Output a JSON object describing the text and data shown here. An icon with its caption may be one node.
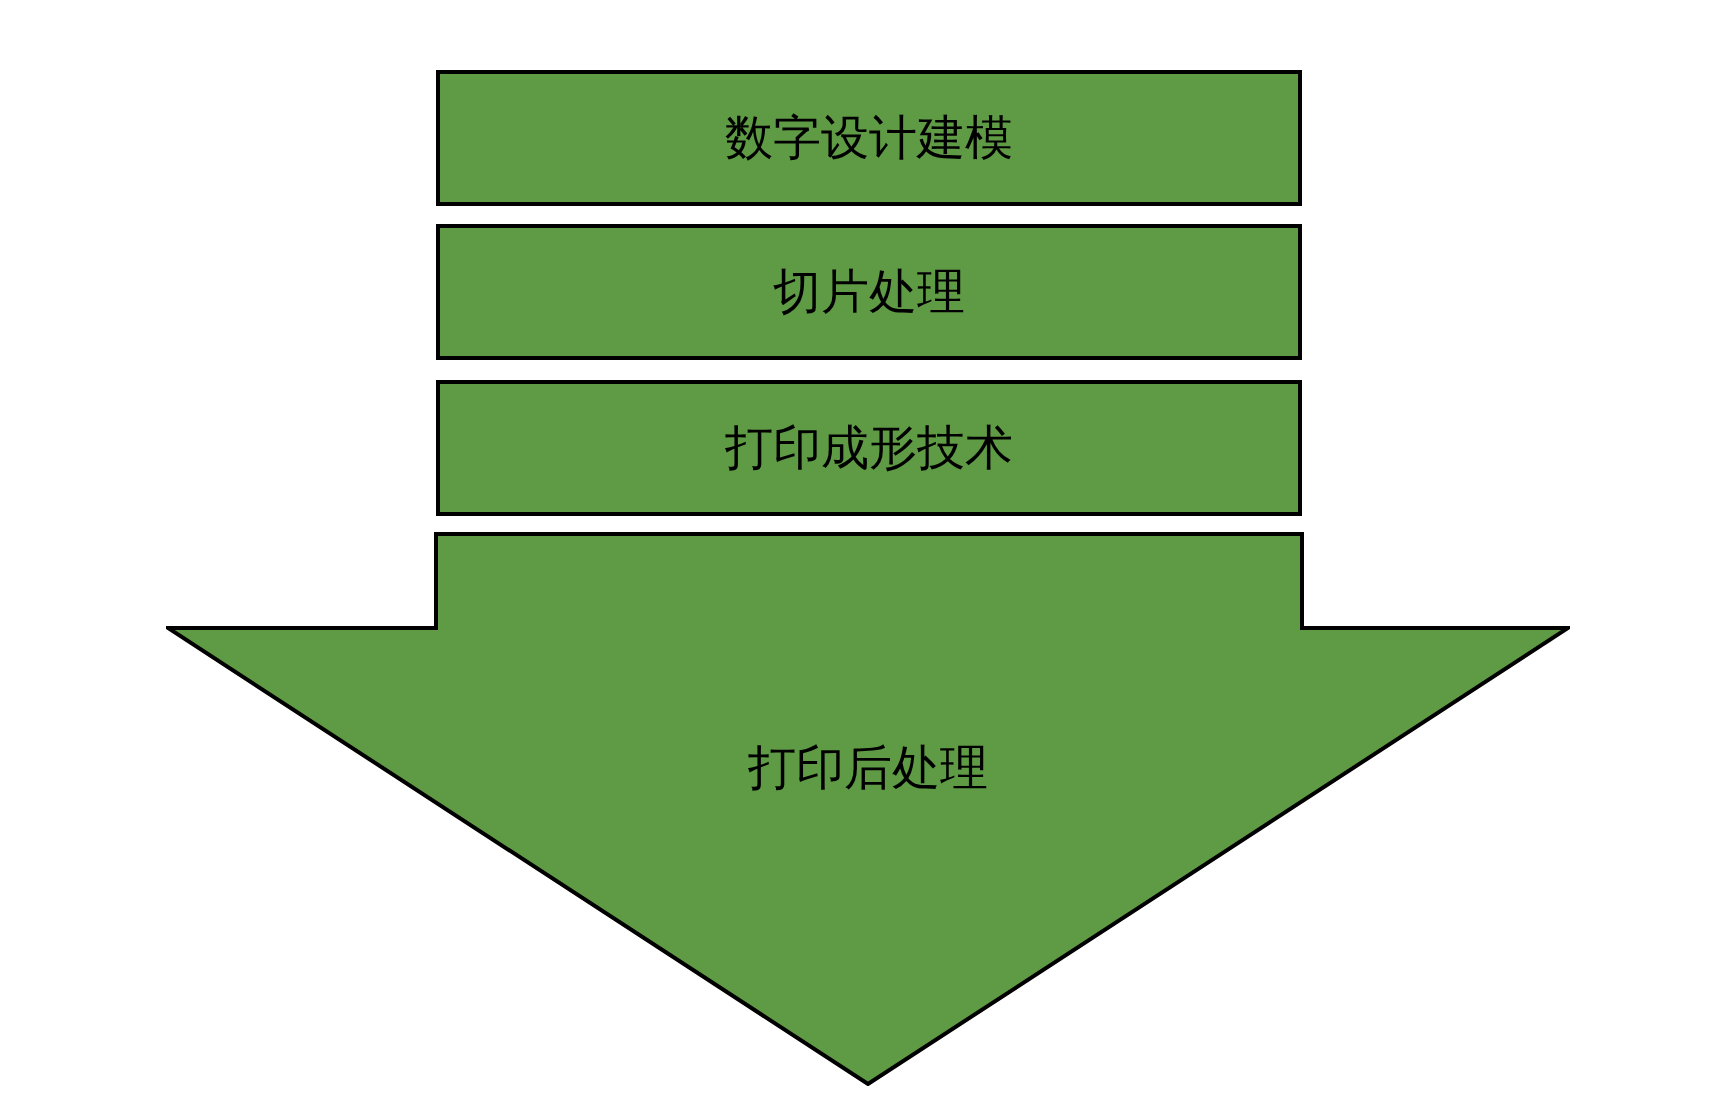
{
  "diagram": {
    "nodes": [
      {
        "text": [
          "数字设计建模"
        ]
      },
      {
        "text": [
          "切片处理"
        ]
      },
      {
        "text": [
          "打印成形技术"
        ]
      },
      {
        "text": [
          "打印后处理"
        ]
      }
    ]
  }
}
